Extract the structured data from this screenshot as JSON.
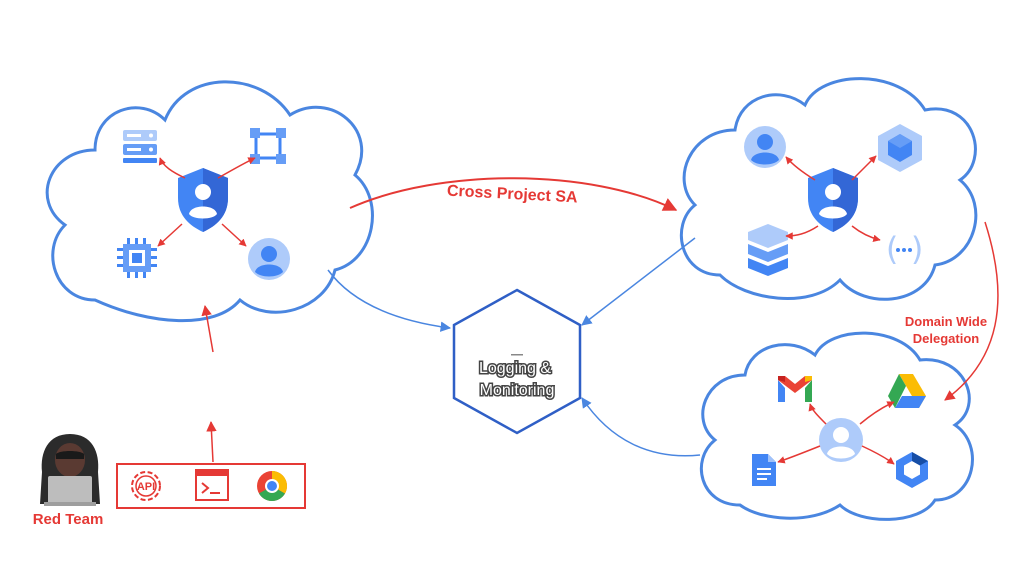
{
  "labels": {
    "cross_project": "Cross Project SA",
    "domain_wide_line1": "Domain Wide",
    "domain_wide_line2": "Delegation",
    "logging_line1": "Logging &",
    "logging_line2": "Monitoring",
    "red_team": "Red Team",
    "api_text": "API"
  },
  "colors": {
    "cloud_stroke": "#4a86e0",
    "arrow_blue": "#4a86e0",
    "arrow_red": "#e53935",
    "icon_blue": "#4285f4",
    "icon_light": "#aecbfa"
  },
  "nodes": {
    "left_cloud_icons": [
      "server-icon",
      "frame-icon",
      "shield-user-icon",
      "chip-icon",
      "user-icon"
    ],
    "right_cloud_icons": [
      "user-icon",
      "cube-icon",
      "shield-user-icon",
      "database-icon",
      "api-brackets-icon"
    ],
    "workspace_cloud_icons": [
      "gmail-icon",
      "drive-icon",
      "user-icon",
      "docs-icon",
      "hexagon-icon"
    ],
    "attack_tools": [
      "api-gear-icon",
      "terminal-icon",
      "chrome-icon"
    ]
  }
}
